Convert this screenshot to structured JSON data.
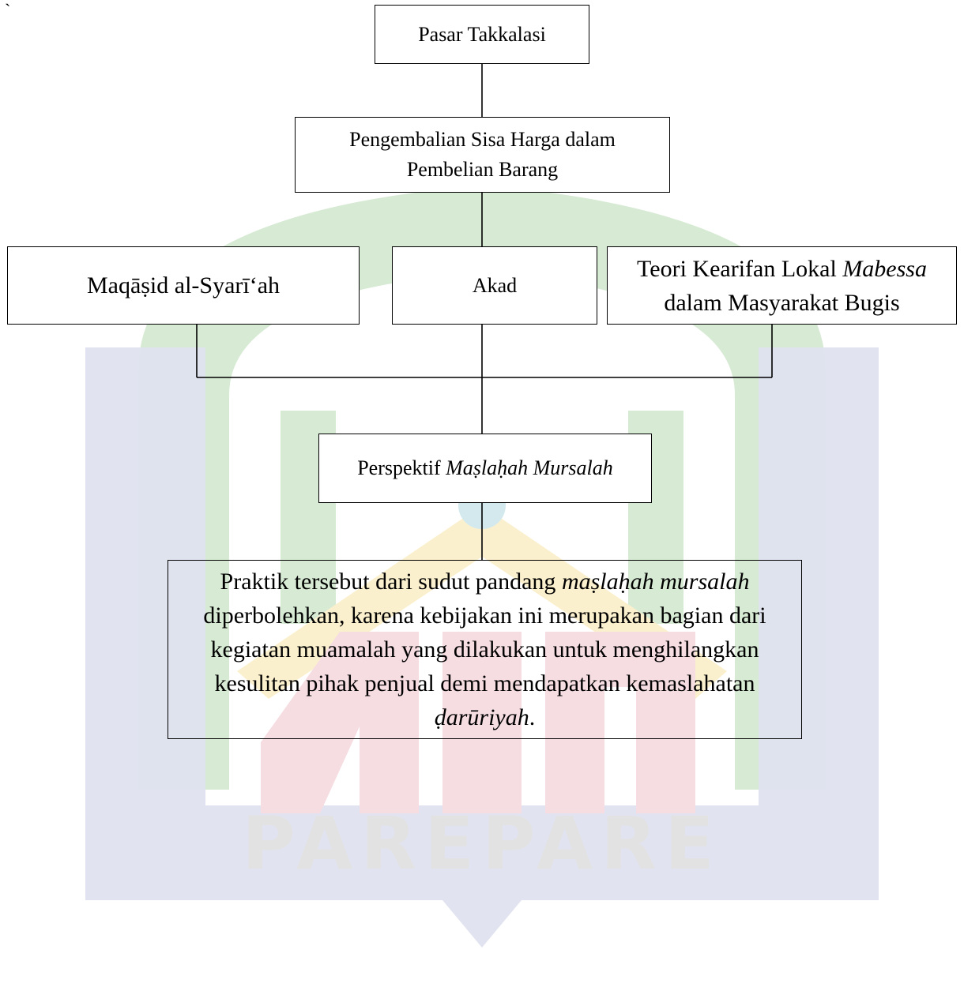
{
  "stray_mark": "`",
  "watermark": {
    "text": "PAREPARE",
    "colors": {
      "green": "#d7ebd4",
      "blue": "#dfe3ef",
      "yellow": "#fbf0cd",
      "pink": "#f6dde2",
      "gray": "#e2e2e2"
    }
  },
  "boxes": {
    "pasar": "Pasar Takkalasi",
    "pengembalian": {
      "line1": "Pengembalian Sisa Harga dalam",
      "line2": "Pembelian Barang"
    },
    "maqasid": "Maqāṣid al-Syarī‘ah",
    "akad": "Akad",
    "teori": {
      "line1_plain": "Teori Kearifan Lokal ",
      "line1_italic": "Mabessa",
      "line2": "dalam Masyarakat Bugis"
    },
    "perspektif": {
      "plain": "Perspektif ",
      "italic": "Maṣlaḥah Mursalah"
    },
    "praktik": {
      "part1": "Praktik tersebut dari sudut pandang ",
      "part2_italic": "maṣlaḥah mursalah",
      "part3": "diperbolehkan, karena kebijakan ini merupakan bagian dari",
      "part4": "kegiatan muamalah yang dilakukan untuk menghilangkan",
      "part5": "kesulitan pihak penjual demi mendapatkan kemaslahatan",
      "part6_italic": "ḍarūriyah",
      "part7": "."
    }
  }
}
